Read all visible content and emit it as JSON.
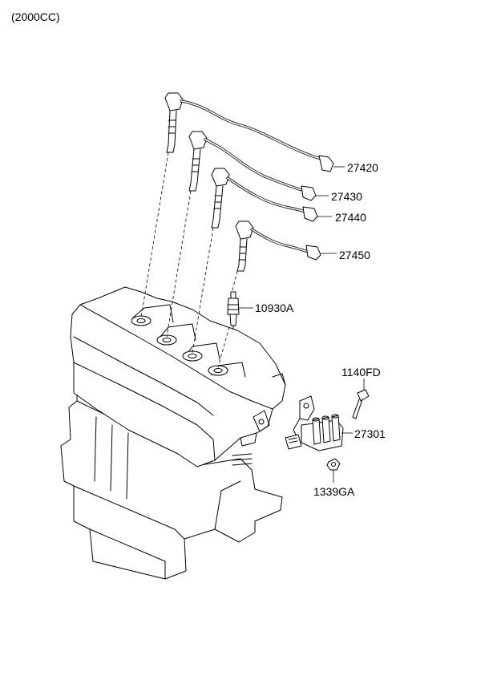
{
  "header": {
    "engine_variant": "(2000CC)"
  },
  "callouts": [
    {
      "id": "leadA",
      "part_number": "27420"
    },
    {
      "id": "leadB",
      "part_number": "27430"
    },
    {
      "id": "leadC",
      "part_number": "27440"
    },
    {
      "id": "leadD",
      "part_number": "27450"
    },
    {
      "id": "plug",
      "part_number": "10930A"
    },
    {
      "id": "bolt",
      "part_number": "1140FD"
    },
    {
      "id": "coil",
      "part_number": "27301"
    },
    {
      "id": "nut",
      "part_number": "1339GA"
    }
  ]
}
